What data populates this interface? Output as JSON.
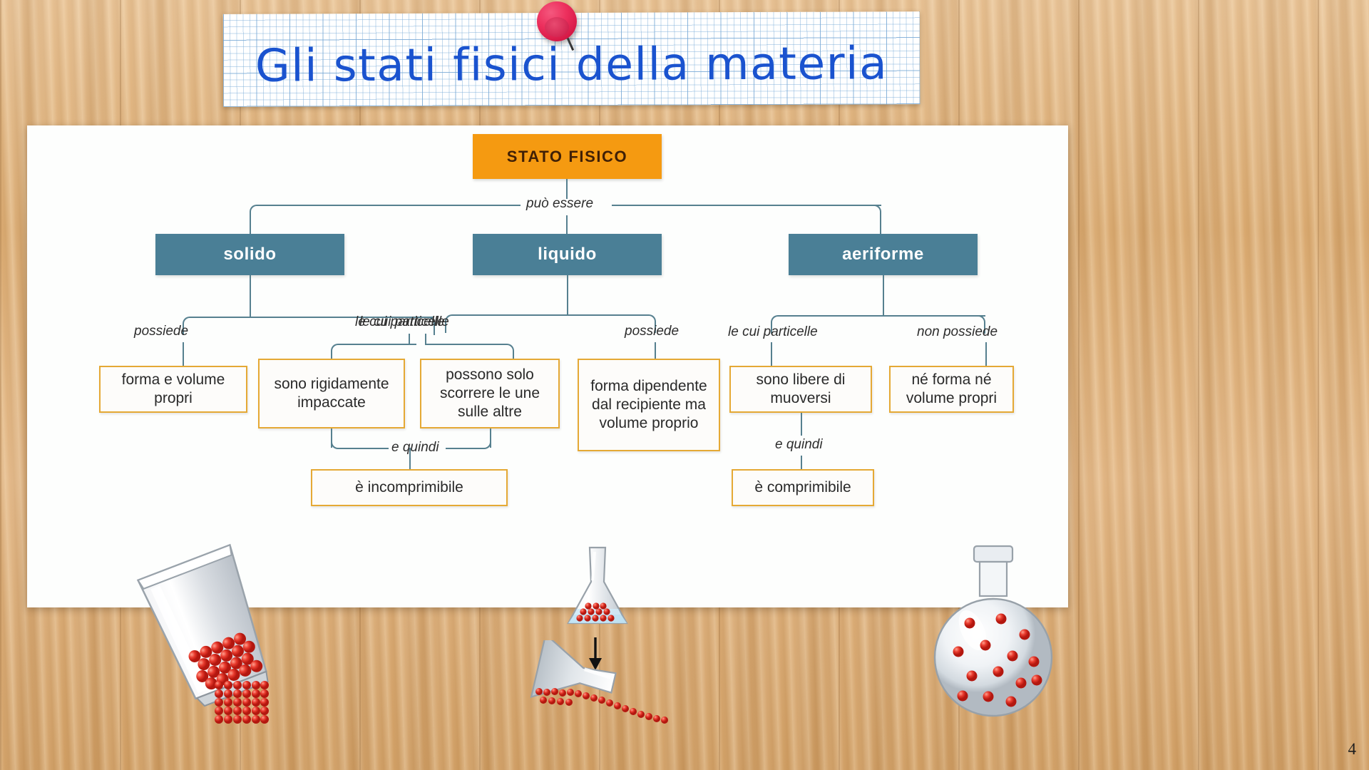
{
  "slide": {
    "title": "Gli stati fisici della materia",
    "page_number": "4",
    "accent_title_color": "#1a53cf",
    "root_box_color": "#f59a11",
    "state_box_color": "#4a7f96",
    "property_box_border_color": "#e5a935",
    "connector_color": "#56808f"
  },
  "diagram": {
    "root": {
      "label": "STATO FISICO"
    },
    "root_edge_label": "può essere",
    "states": [
      {
        "id": "solido",
        "label": "solido"
      },
      {
        "id": "liquido",
        "label": "liquido"
      },
      {
        "id": "aeriforme",
        "label": "aeriforme"
      }
    ],
    "edge_labels": {
      "solido_possiede": "possiede",
      "solido_particelle": "le cui particelle",
      "solido_quindi": "e quindi",
      "liquido_particelle": "le cui particelle",
      "liquido_possiede": "possiede",
      "aeriforme_particelle": "le cui particelle",
      "aeriforme_non_possiede": "non possiede",
      "aeriforme_quindi": "e quindi"
    },
    "properties": {
      "solido_forma_volume": "forma e volume propri",
      "solido_rigidamente": "sono rigidamente impaccate",
      "liquido_scorrere": "possono solo scorrere le une sulle altre",
      "solido_incomprimibile": "è incomprimibile",
      "liquido_forma": "forma dipendente dal recipiente ma volume proprio",
      "aeriforme_libere": "sono libere di muoversi",
      "aeriforme_ne_forma": "né forma né volume propri",
      "aeriforme_comprimibile": "è comprimibile"
    }
  },
  "illustrations": [
    {
      "name": "tilted-beaker-with-packed-particles",
      "state": "solido"
    },
    {
      "name": "crystal-lattice-particles",
      "state": "solido"
    },
    {
      "name": "erlenmeyer-flask-with-liquid",
      "state": "liquido"
    },
    {
      "name": "pouring-flask-with-flowing-particles",
      "state": "liquido"
    },
    {
      "name": "down-arrow",
      "state": "liquido"
    },
    {
      "name": "round-bottom-flask-with-dispersed-particles",
      "state": "aeriforme"
    }
  ]
}
